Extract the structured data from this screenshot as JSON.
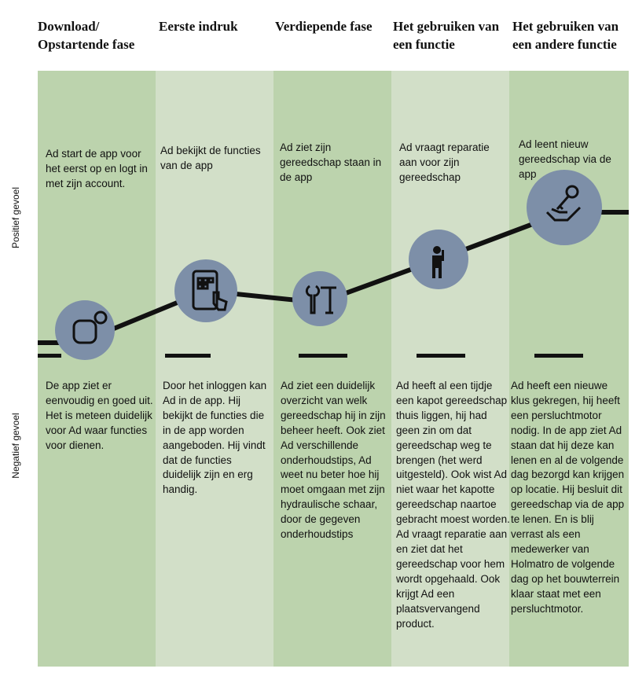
{
  "phases": [
    {
      "title": "Download/ Opstartende fase",
      "positive": "Ad start de app voor het eerst op en logt in met zijn account.",
      "negative": "De app ziet er eenvoudig en goed uit. Het is meteen duidelijk voor Ad waar functies voor dienen.",
      "icon": "app-icon"
    },
    {
      "title": "Eerste indruk",
      "positive": "Ad bekijkt de functies van de app",
      "negative": "Door het inloggen kan Ad in de app. Hij bekijkt de functies die in de app worden aangeboden. Hij vindt dat de functies duidelijk zijn en erg handig.",
      "icon": "tablet-touch-icon"
    },
    {
      "title": "Verdiepende fase",
      "positive": "Ad ziet zijn gereedschap staan in de app",
      "negative": "Ad ziet een duidelijk overzicht van welk gereedschap hij in zijn beheer heeft. Ook ziet Ad verschillende onderhoudstips, Ad weet nu beter hoe hij moet omgaan met zijn hydraulische schaar, door de gegeven onderhoudstips",
      "icon": "tools-icon"
    },
    {
      "title": "Het gebruiken van een functie",
      "positive": "Ad vraagt reparatie aan voor zijn gereedschap",
      "negative": "Ad heeft al een tijdje een kapot gereedschap thuis liggen, hij had geen zin om dat gereedschap weg te brengen (het werd uitgesteld). Ook wist Ad niet waar het kapotte gereedschap naartoe gebracht moest worden. Ad vraagt reparatie aan en ziet dat het gereedschap voor hem wordt opgehaald. Ook krijgt Ad een plaatsvervangend product.",
      "icon": "repair-worker-icon"
    },
    {
      "title": "Het gebruiken van een andere functie",
      "positive": "Ad leent nieuw gereedschap via de app",
      "negative": "Ad heeft een nieuwe klus gekregen, hij heeft een persluchtmotor nodig. In de app ziet Ad staan dat hij deze kan lenen en al de volgende dag bezorgd kan krijgen op locatie. Hij besluit dit gereedschap via de app te lenen. En is blij verrast als een medewerker van Holmatro de volgende dag op het bouwterrein klaar staat met een persluchtmotor.",
      "icon": "hand-key-icon"
    }
  ],
  "axis": {
    "positive": "Positief gevoel",
    "negative": "Negatief gevoel"
  },
  "colors": {
    "dark": "#bcd3ad",
    "light": "#d2dfc8",
    "circle": "#7d8fa8"
  }
}
